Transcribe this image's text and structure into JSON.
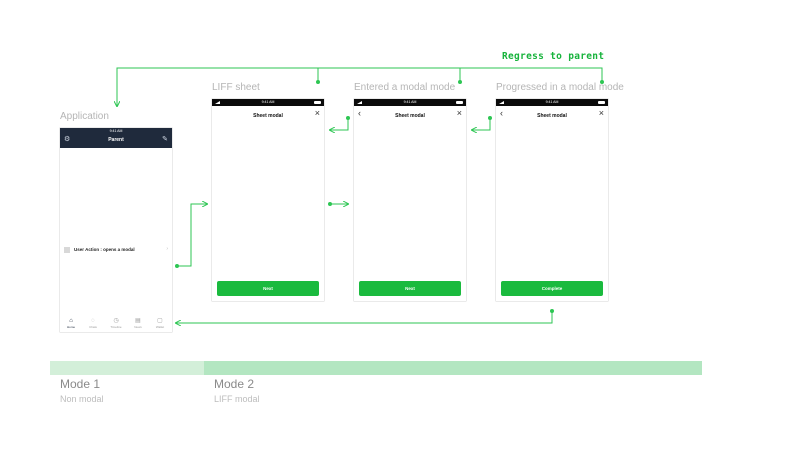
{
  "labels": {
    "regress": "Regress to parent",
    "application": "Application",
    "liff_sheet": "LIFF sheet",
    "entered_modal": "Entered a modal mode",
    "progressed_modal": "Progressed in a modal mode"
  },
  "app": {
    "status_time": "9:41 AM",
    "title": "Parent",
    "user_action": "User Action : opens a modal",
    "tabs": [
      "Home",
      "Chats",
      "Timeline",
      "News",
      "Wallet"
    ]
  },
  "sheets": [
    {
      "status_time": "9:41 AM",
      "title": "Sheet modal",
      "button": "Next"
    },
    {
      "status_time": "9:41 AM",
      "title": "Sheet modal",
      "button": "Next"
    },
    {
      "status_time": "9:41 AM",
      "title": "Sheet modal",
      "button": "Complete"
    }
  ],
  "modes": [
    {
      "title": "Mode 1",
      "subtitle": "Non modal"
    },
    {
      "title": "Mode 2",
      "subtitle": "LIFF modal"
    }
  ],
  "colors": {
    "arrow": "#2dc653",
    "button": "#1aba3e",
    "app_header": "#1f2a3c",
    "mode1_bar": "#d3efd9",
    "mode2_bar": "#b3e6c1"
  }
}
